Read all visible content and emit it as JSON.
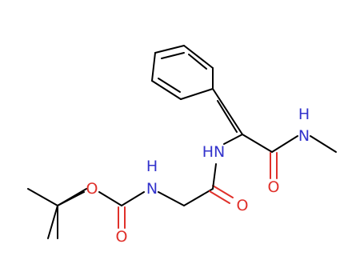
{
  "molecule": {
    "colors": {
      "bond": "#000000",
      "nitrogen": "#3333cc",
      "oxygen": "#e0302a",
      "background": "#ffffff"
    },
    "atoms": {
      "o_ester": "O",
      "nh_carbamate": "H",
      "n_carbamate": "N",
      "o_carbamate_carbonyl": "O",
      "o_glycine_carbonyl": "O",
      "nh_amide": "HN",
      "n_methylamide": "N",
      "nh_methylamide": "H",
      "o_methylamide_carbonyl": "O"
    }
  }
}
